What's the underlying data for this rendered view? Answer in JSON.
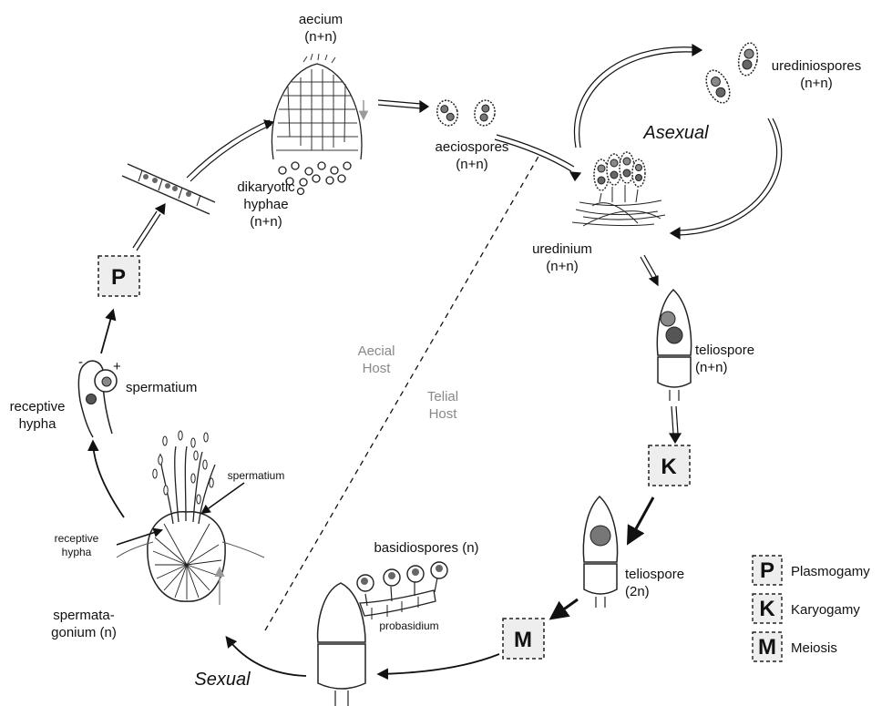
{
  "labels": {
    "aecium": "aecium",
    "aecium_ploidy": "(n+n)",
    "aeciospores": "aeciospores",
    "aeciospores_ploidy": "(n+n)",
    "urediniospores": "urediniospores",
    "urediniospores_ploidy": "(n+n)",
    "asexual": "Asexual",
    "uredinium": "uredinium",
    "uredinium_ploidy": "(n+n)",
    "teliospore_1": "teliospore",
    "teliospore_1_ploidy": "(n+n)",
    "teliospore_2": "teliospore",
    "teliospore_2_ploidy": "(2n)",
    "basidiospores": "basidiospores (n)",
    "probasidium": "probasidium",
    "sexual": "Sexual",
    "spermatagonium_1": "spermata-",
    "spermatagonium_2": "gonium (n)",
    "receptive_hypha_small_1": "receptive",
    "receptive_hypha_small_2": "hypha",
    "spermatium_small": "spermatium",
    "receptive_hypha_1": "receptive",
    "receptive_hypha_2": "hypha",
    "spermatium": "spermatium",
    "minus": "-",
    "plus": "+",
    "dikaryotic_1": "dikaryotic",
    "dikaryotic_2": "hyphae",
    "dikaryotic_3": "(n+n)",
    "aecial_1": "Aecial",
    "aecial_2": "Host",
    "telial_1": "Telial",
    "telial_2": "Host"
  },
  "stages": {
    "P": "P",
    "K": "K",
    "M": "M"
  },
  "legend": [
    {
      "letter": "P",
      "text": "Plasmogamy"
    },
    {
      "letter": "K",
      "text": "Karyogamy"
    },
    {
      "letter": "M",
      "text": "Meiosis"
    }
  ]
}
